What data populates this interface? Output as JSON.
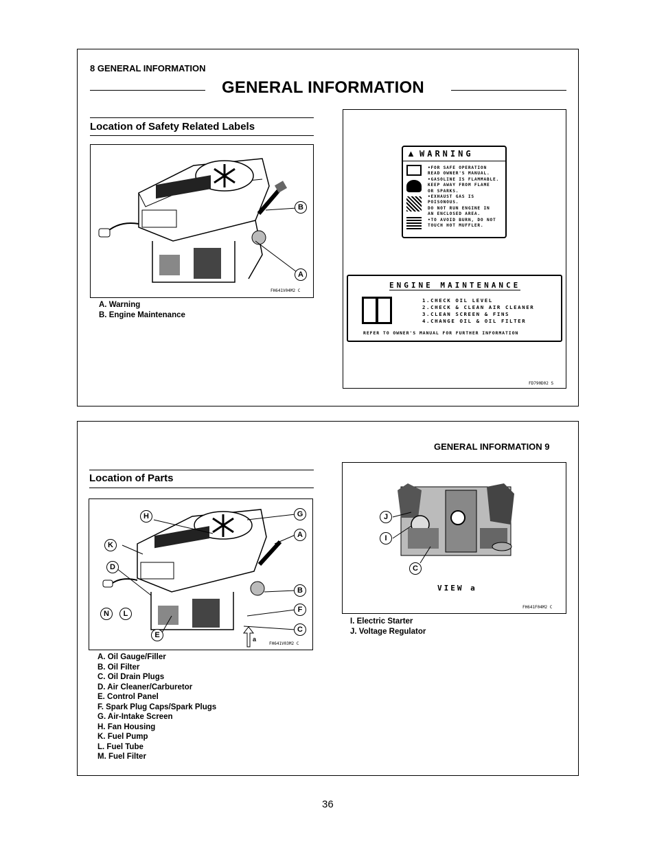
{
  "page_top": {
    "running_head": "8 GENERAL INFORMATION",
    "title": "GENERAL INFORMATION",
    "section_title": "Location of Safety Related Labels",
    "figure_code": "FH641V04M2 C",
    "callouts": [
      "B",
      "A"
    ],
    "captions": [
      "A. Warning",
      "B. Engine Maintenance"
    ],
    "warning_label": {
      "heading": "WARNING",
      "lines": [
        "•FOR SAFE OPERATION",
        "READ OWNER'S MANUAL.",
        "•GASOLINE IS FLAMMABLE.",
        "KEEP AWAY FROM FLAME",
        "OR SPARKS.",
        "•EXHAUST GAS IS POISONOUS.",
        "DO NOT RUN ENGINE IN",
        "AN ENCLOSED AREA.",
        "•TO AVOID BURN, DO NOT",
        "TOUCH HOT MUFFLER."
      ]
    },
    "maintenance_label": {
      "heading": "ENGINE MAINTENANCE",
      "items": [
        "1.CHECK OIL LEVEL",
        "2.CHECK & CLEAN AIR CLEANER",
        "3.CLEAN SCREEN & FINS",
        "4.CHANGE OIL & OIL FILTER"
      ],
      "footer": "REFER TO OWNER'S MANUAL FOR FURTHER INFORMATION"
    },
    "label_figure_code": "FD790D02 S"
  },
  "page_bottom": {
    "running_head": "GENERAL INFORMATION 9",
    "section_title": "Location of Parts",
    "figure_code": "FH641V03M2 C",
    "arrow_label": "a",
    "callouts_left": [
      "H",
      "G",
      "A",
      "K",
      "D",
      "B",
      "F",
      "N",
      "L",
      "C",
      "E"
    ],
    "captions": [
      "A. Oil Gauge/Filler",
      "B. Oil Filter",
      "C. Oil Drain Plugs",
      "D. Air Cleaner/Carburetor",
      "E. Control Panel",
      "F. Spark Plug Caps/Spark Plugs",
      "G. Air-Intake Screen",
      "H. Fan Housing",
      "K. Fuel Pump",
      "L. Fuel Tube",
      "M. Fuel Filter"
    ],
    "view_label": "VIEW a",
    "view_callouts": [
      "J",
      "I",
      "C"
    ],
    "view_figure_code": "FH641F04M2 C",
    "view_captions": [
      "I. Electric Starter",
      "J. Voltage Regulator"
    ]
  },
  "page_number": "36"
}
